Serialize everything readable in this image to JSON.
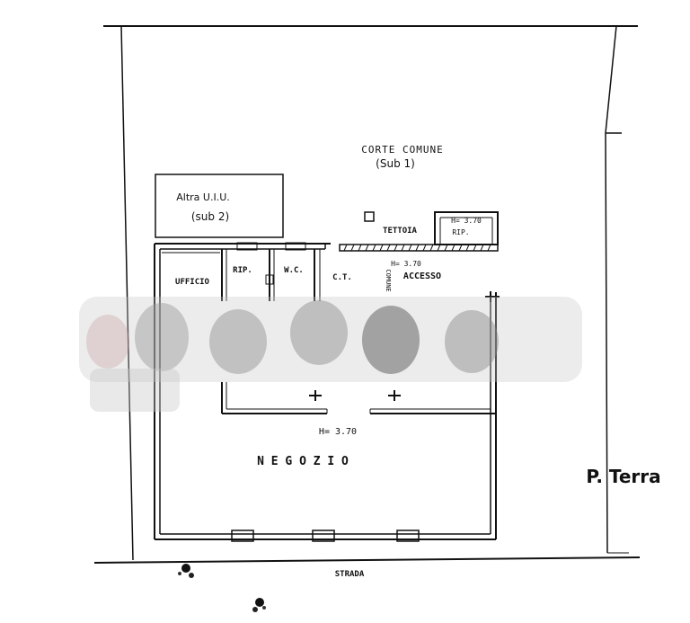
{
  "plan": {
    "corte_comune": "CORTE COMUNE",
    "corte_sub": "(Sub 1)",
    "altra_uiu": "Altra U.I.U.",
    "altra_sub": "(sub 2)",
    "tettoia": "TETTOIA",
    "rip_tettoia_height": "H= 3.70",
    "rip_tettoia": "RIP.",
    "ufficio": "UFFICIO",
    "rip_office": "RIP.",
    "wc": "W.C.",
    "ct": "C.T.",
    "accesso_height": "H= 3.70",
    "accesso": "ACCESSO",
    "comune": "COMUNE",
    "negozio_height": "H= 3.70",
    "negozio": "N E G O Z I O",
    "floor_label": "P. Terra",
    "strada": "STRADA"
  }
}
